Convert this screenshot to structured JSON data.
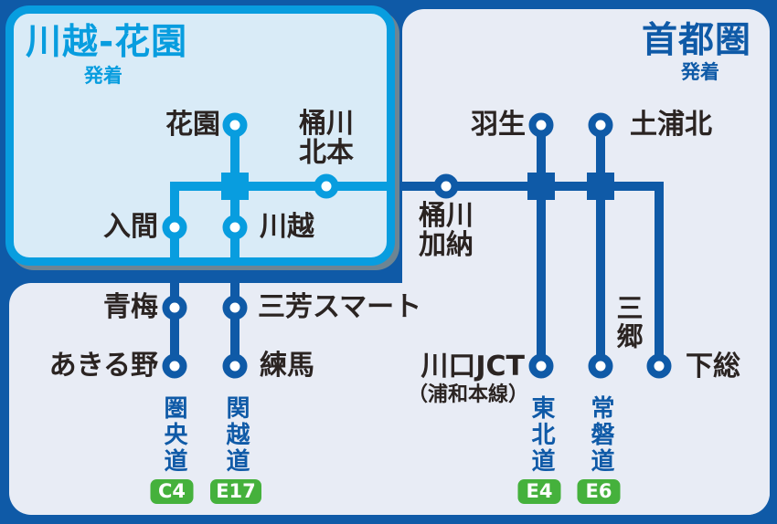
{
  "zones": {
    "left": {
      "title": "川越-花園",
      "subtitle": "発着"
    },
    "right": {
      "title": "首都圏",
      "subtitle": "発着"
    }
  },
  "stations": {
    "hanazono": "花園",
    "okegawa_kitamoto": "桶川\n北本",
    "hanyu": "羽生",
    "tsuchiura_kita": "土浦北",
    "iruma": "入間",
    "kawagoe": "川越",
    "okegawa_kano": "桶川\n加納",
    "ome": "青梅",
    "miyoshi_smart": "三芳スマート",
    "akiruno": "あきる野",
    "nerima": "練馬",
    "kawaguchi_jct": "川口JCT",
    "kawaguchi_jct_sub": "（浦和本線）",
    "misato": "三郷",
    "shimofusa": "下総"
  },
  "roads": {
    "kenodo": {
      "name": "圏央道",
      "badge": "C4"
    },
    "kanetsudo": {
      "name": "関越道",
      "badge": "E17"
    },
    "tohokudo": {
      "name": "東北道",
      "badge": "E4"
    },
    "jobando": {
      "name": "常磐道",
      "badge": "E6"
    }
  },
  "colors": {
    "dark_blue": "#0f5aa7",
    "bright_blue": "#089ddf",
    "zone_fill": "#d9ebf7",
    "panel_fill": "#e8ecf5",
    "badge_green": "#45b13c",
    "label_text": "#2b2422",
    "node_core": "#ffffff",
    "shadow_gray": "#6d8593"
  }
}
